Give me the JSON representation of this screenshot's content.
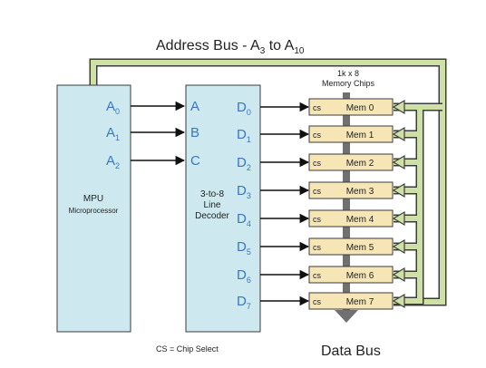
{
  "title": {
    "main": "Address Bus - A",
    "sub1": "3",
    "mid": " to A",
    "sub2": "10"
  },
  "mpu": {
    "label": "MPU",
    "sublabel": "Microprocessor",
    "pins": [
      "A0",
      "A1",
      "A2"
    ]
  },
  "decoder": {
    "inputs": [
      "A",
      "B",
      "C"
    ],
    "label_lines": [
      "3-to-8",
      "Line",
      "Decoder"
    ],
    "outputs": [
      "D0",
      "D1",
      "D2",
      "D3",
      "D4",
      "D5",
      "D6",
      "D7"
    ]
  },
  "memory": {
    "heading_lines": [
      "1k x 8",
      "Memory Chips"
    ],
    "cs_label": "cs",
    "chips": [
      "Mem 0",
      "Mem 1",
      "Mem 2",
      "Mem 3",
      "Mem 4",
      "Mem 5",
      "Mem 6",
      "Mem 7"
    ]
  },
  "footnote": "CS = Chip Select",
  "data_bus": "Data Bus",
  "colors": {
    "block_fill": "#cde9ef",
    "chip_fill": "#f6e6b6",
    "address_bus": "#cfe0a6",
    "pin_text": "#3a76c2",
    "data_bus": "#707070"
  }
}
